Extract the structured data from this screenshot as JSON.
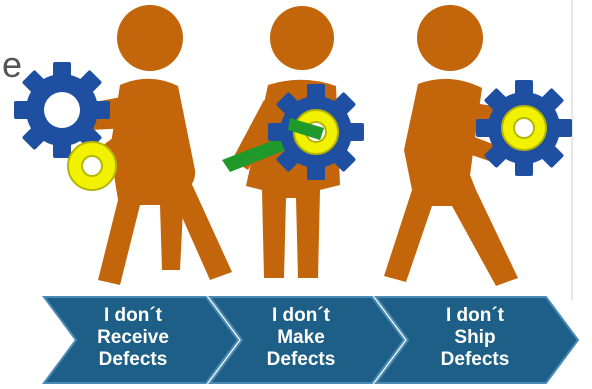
{
  "colors": {
    "figure": "#c2650b",
    "gear_blue": "#1e4fa0",
    "gear_yellow": "#f2f200",
    "wrench": "#1f9a2a",
    "chevron": "#1d5f86",
    "chevron_text": "#ffffff"
  },
  "left_edge_text": "e",
  "chevrons": [
    {
      "lines": [
        "I don´t",
        "Receive",
        "Defects"
      ]
    },
    {
      "lines": [
        "I don´t",
        "Make",
        "Defects"
      ]
    },
    {
      "lines": [
        "I don´t",
        "Ship",
        "Defects"
      ]
    }
  ],
  "icons": [
    "person-figure-icon",
    "gear-icon",
    "wrench-icon"
  ]
}
